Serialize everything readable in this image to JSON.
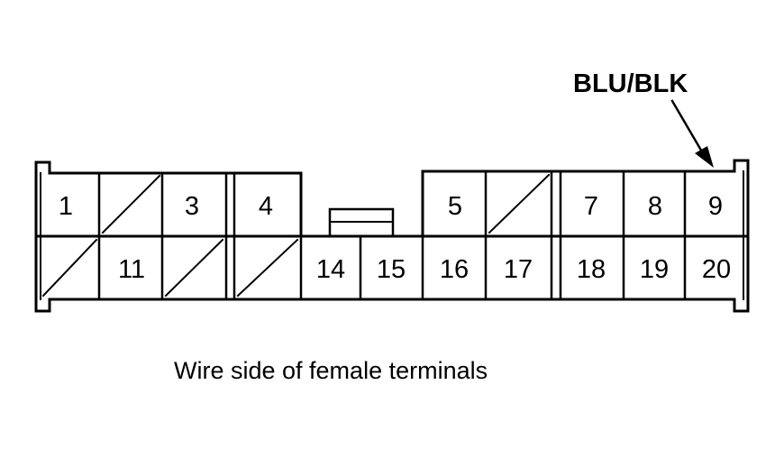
{
  "connector": {
    "wire_label": "BLU/BLK",
    "caption": "Wire side of female terminals",
    "top_row": [
      {
        "label": "1",
        "empty": false
      },
      {
        "label": "",
        "empty": true
      },
      {
        "label": "3",
        "empty": false
      },
      {
        "label": "4",
        "empty": false
      },
      {
        "label": "5",
        "empty": false
      },
      {
        "label": "",
        "empty": true
      },
      {
        "label": "7",
        "empty": false
      },
      {
        "label": "8",
        "empty": false
      },
      {
        "label": "9",
        "empty": false
      }
    ],
    "bottom_row": [
      {
        "label": "",
        "empty": true
      },
      {
        "label": "11",
        "empty": false
      },
      {
        "label": "",
        "empty": true
      },
      {
        "label": "",
        "empty": true
      },
      {
        "label": "14",
        "empty": false
      },
      {
        "label": "15",
        "empty": false
      },
      {
        "label": "16",
        "empty": false
      },
      {
        "label": "17",
        "empty": false
      },
      {
        "label": "18",
        "empty": false
      },
      {
        "label": "19",
        "empty": false
      },
      {
        "label": "20",
        "empty": false
      }
    ]
  }
}
